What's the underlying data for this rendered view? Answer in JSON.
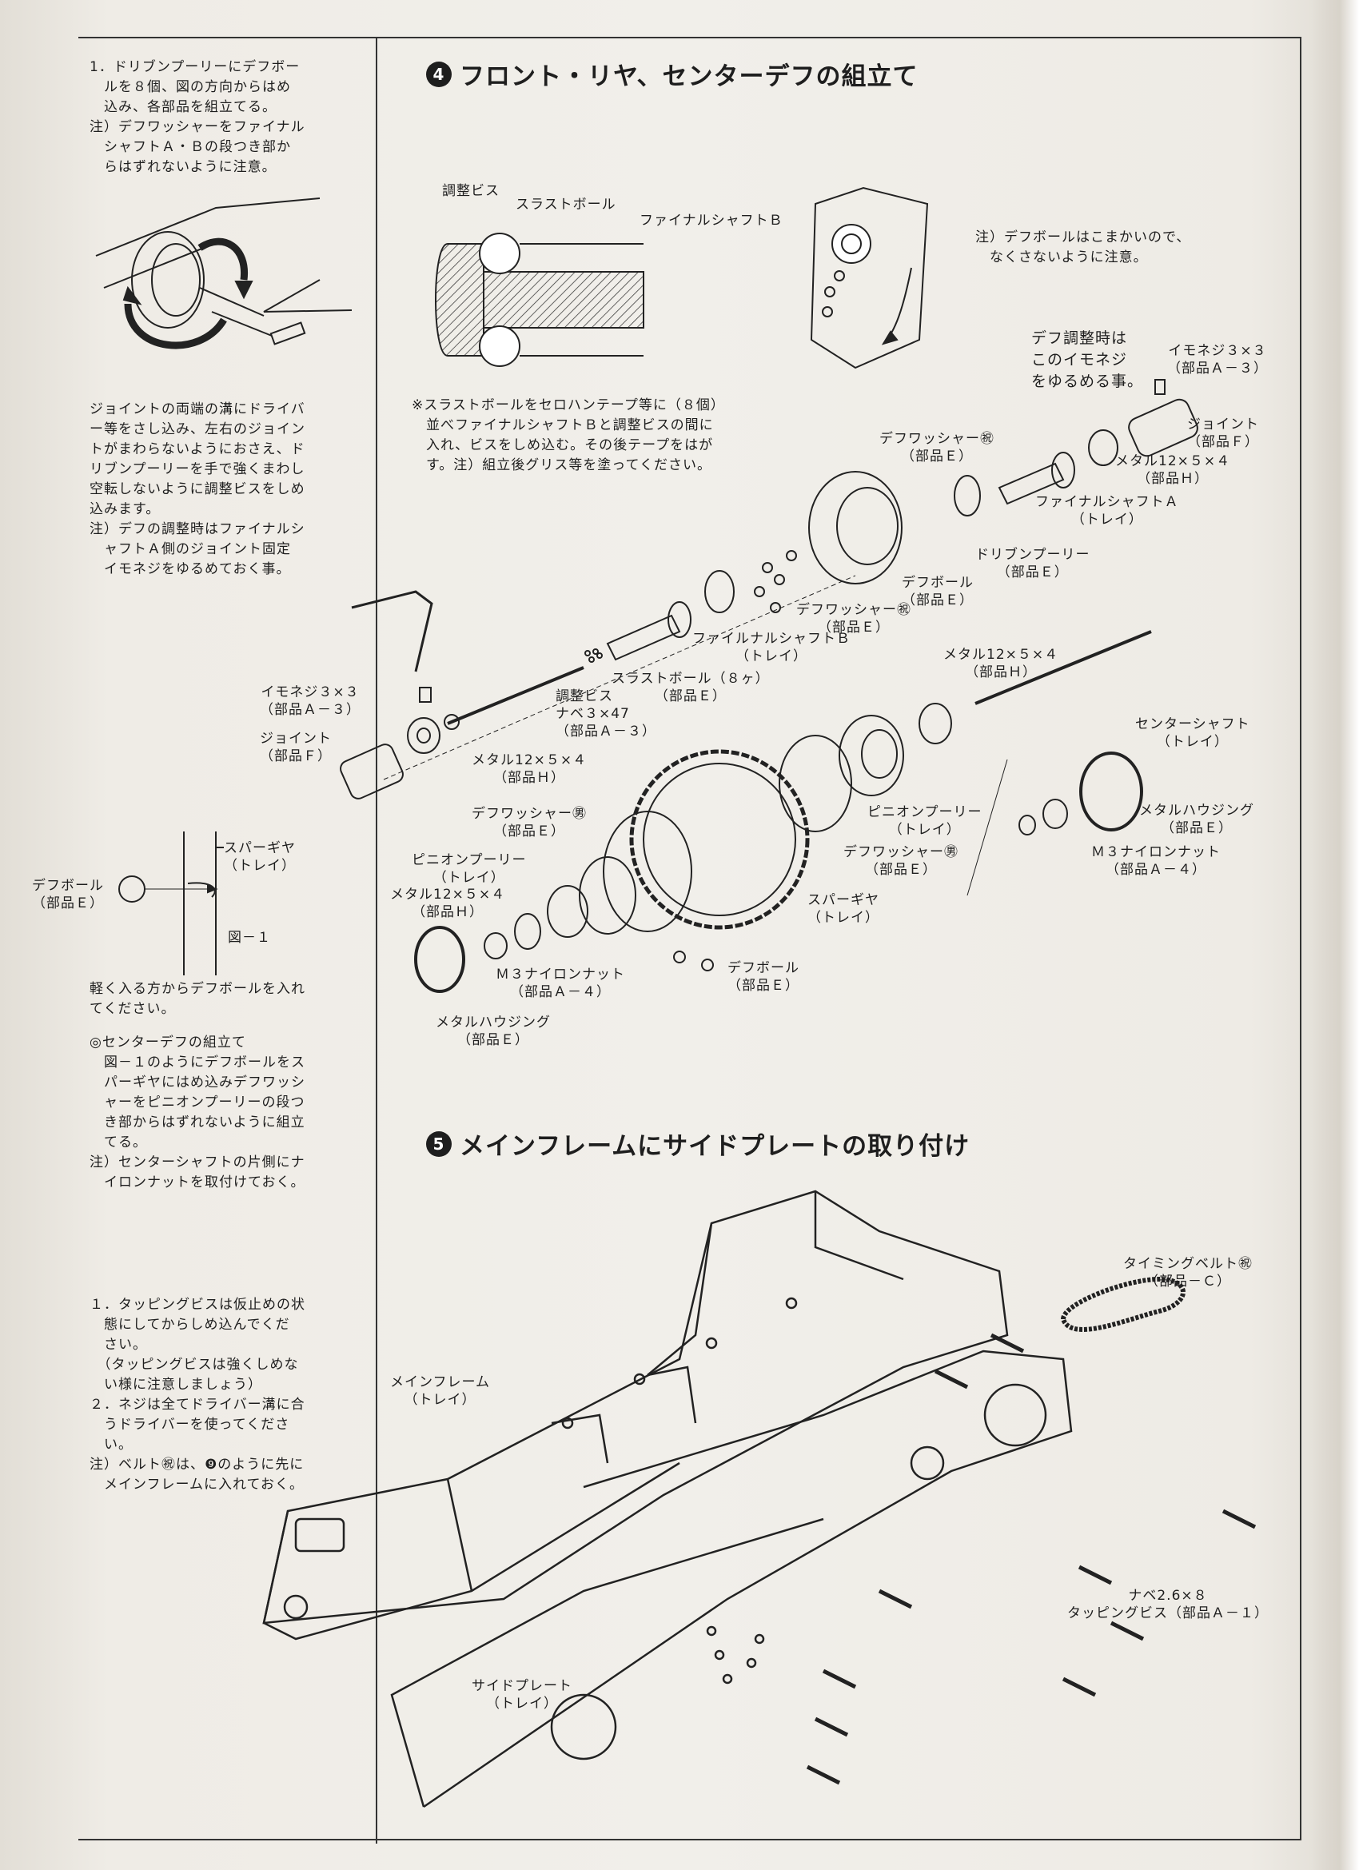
{
  "left_column": {
    "note1": "1．ドリブンプーリーにデフボー\n　ルを８個、図の方向からはめ\n　込み、各部品を組立てる。\n注）デフワッシャーをファイナル\n　シャフトＡ・Ｂの段つき部か\n　らはずれないように注意。",
    "note2": "ジョイントの両端の溝にドライバ\nー等をさし込み、左右のジョイン\nトがまわらないようにおさえ、ド\nリブンプーリーを手で強くまわし\n空転しないように調整ビスをしめ\n込みます。\n注）デフの調整時はファイナルシ\n　ャフトＡ側のジョイント固定\n　イモネジをゆるめておく事。",
    "fig1_labels": {
      "spur_gear": "スパーギヤ\n（トレイ）",
      "diff_ball": "デフボール\n（部品Ｅ）",
      "fig_no": "図－１"
    },
    "note3": "軽く入る方からデフボールを入れ\nてください。",
    "note4": "◎センターデフの組立て\n　図－１のようにデフボールをス\n　パーギヤにはめ込みデフワッシ\n　ャーをピニオンプーリーの段つ\n　き部からはずれないように組立\n　てる。\n注）センターシャフトの片側にナ\n　イロンナットを取付けておく。",
    "note5": "１．タッピングビスは仮止めの状\n　態にしてからしめ込んでくだ\n　さい。\n　（タッピングビスは強くしめな\n　い様に注意しましょう）\n２．ネジは全てドライバー溝に合\n　うドライバーを使ってくださ\n　い。\n注）ベルト㊗は、❾のように先に\n　メインフレームに入れておく。"
  },
  "section4": {
    "num": "4",
    "title": "フロント・リヤ、センターデフの組立て",
    "detail_labels": {
      "adjust_screw": "調整ビス",
      "thrust_ball": "スラストボール",
      "final_shaft_b": "ファイナルシャフトＢ"
    },
    "note_ball": "注）デフボールはこまかいので、\n　なくさないように注意。",
    "note_tape": "※スラストボールをセロハンテープ等に（８個）\n　並べファイナルシャフトＢと調整ビスの間に\n　入れ、ビスをしめ込む。その後テープをはが\n　す。注）組立後グリス等を塗ってください。",
    "labels": {
      "diff_adjust": "デフ調整時は\nこのイモネジ\nをゆるめる事。",
      "set_screw_r": "イモネジ３×３\n（部品Ａ－３）",
      "joint_r": "ジョイント\n（部品Ｆ）",
      "washer_small_r": "デフワッシャー㊗\n（部品Ｅ）",
      "metal_r": "メタル12×５×４\n（部品Ｈ）",
      "final_shaft_a": "ファイナルシャフトＡ\n（トレイ）",
      "driven_pulley": "ドリブンプーリー\n（部品Ｅ）",
      "diff_ball_mid": "デフボール\n（部品Ｅ）",
      "washer_small_mid": "デフワッシャー㊗\n（部品Ｅ）",
      "final_shaft_b2": "ファイルナルシャフトＢ\n（トレイ）",
      "thrust_ball2": "スラストボール（８ヶ）\n（部品Ｅ）",
      "set_screw_l": "イモネジ３×３\n（部品Ａ－３）",
      "adjust_screw2": "調整ビス\nナベ３×47\n（部品Ａ－３）",
      "joint_l": "ジョイント\n（部品Ｆ）",
      "metal_l": "メタル12×５×４\n（部品Ｈ）",
      "metal_center": "メタル12×５×４\n（部品Ｈ）",
      "center_shaft": "センターシャフト\n（トレイ）",
      "washer_large_l": "デフワッシャー㊚\n（部品Ｅ）",
      "pinion_l": "ピニオンプーリー\n（トレイ）",
      "metal_lower": "メタル12×５×４\n（部品Ｈ）",
      "pinion_r": "ピニオンプーリー\n（トレイ）",
      "washer_large_r": "デフワッシャー㊚\n（部品Ｅ）",
      "metal_housing_r": "メタルハウジング\n（部品Ｅ）",
      "nylon_nut_r": "Ｍ３ナイロンナット\n（部品Ａ－４）",
      "spur_gear": "スパーギヤ\n（トレイ）",
      "nylon_nut_l": "Ｍ３ナイロンナット\n（部品Ａ－４）",
      "diff_ball_low": "デフボール\n（部品Ｅ）",
      "metal_housing_l": "メタルハウジング\n（部品Ｅ）"
    }
  },
  "section5": {
    "num": "5",
    "title": "メインフレームにサイドプレートの取り付け",
    "labels": {
      "timing_belt": "タイミングベルト㊗\n（部品－Ｃ）",
      "main_frame": "メインフレーム\n（トレイ）",
      "tapping_screw": "ナベ2.6×８\nタッピングビス（部品Ａ－１）",
      "side_plate": "サイドプレート\n（トレイ）"
    }
  }
}
